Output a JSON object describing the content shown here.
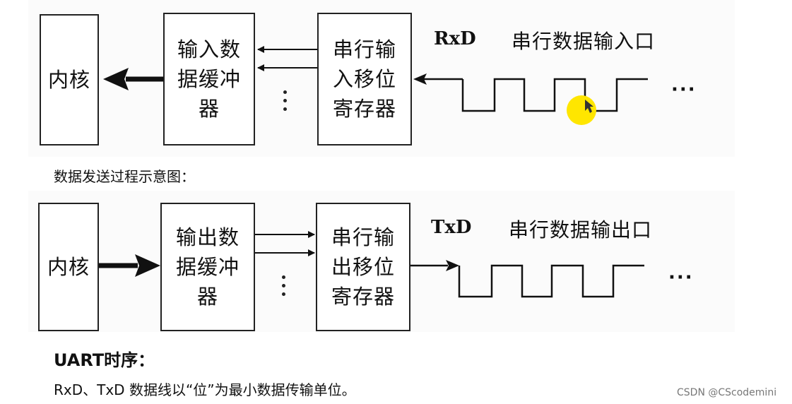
{
  "receive": {
    "core": "内核",
    "buffer": "输入数\n据缓冲\n器",
    "shift_register": "串行输\n入移位\n寄存器",
    "signal": "RxD",
    "port": "串行数据输入口",
    "ellipsis": "···"
  },
  "caption": "数据发送过程示意图：",
  "transmit": {
    "core": "内核",
    "buffer": "输出数\n据缓冲\n器",
    "shift_register": "串行输\n出移位\n寄存器",
    "signal": "TxD",
    "port": "串行数据输出口",
    "ellipsis": "···"
  },
  "uart_title": "UART时序：",
  "uart_desc": "RxD、TxD 数据线以“位”为最小数据传输单位。",
  "watermark": "CSDN @CScodemini",
  "colors": {
    "cursor_highlight": "#ffe600",
    "line": "#111111"
  }
}
